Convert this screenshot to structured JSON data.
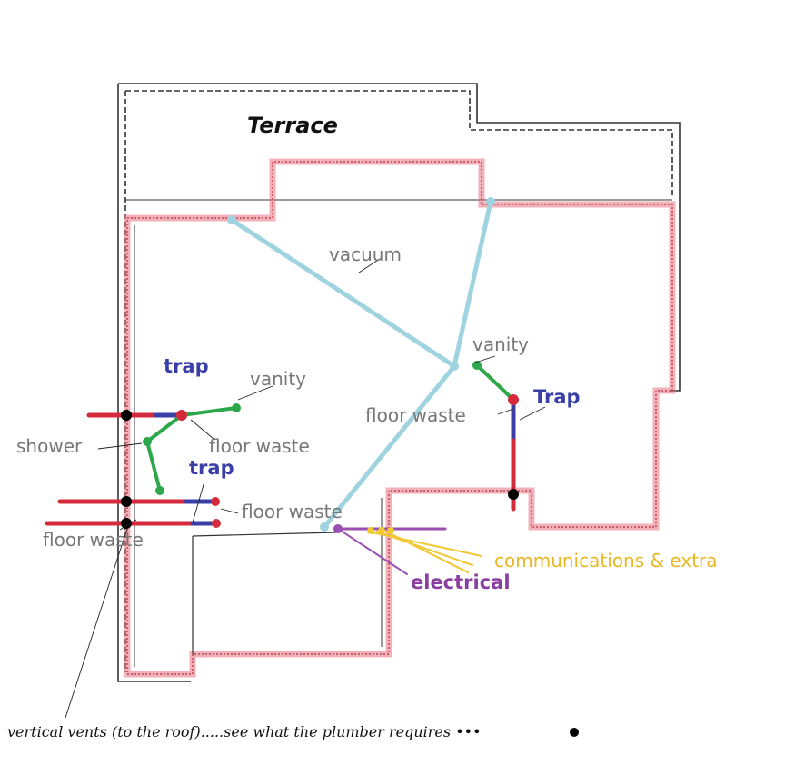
{
  "labels": {
    "terrace": "Terrace",
    "vacuum": "vacuum",
    "vanity_right": "vanity",
    "vanity_left": "vanity",
    "trap_left_top": "trap",
    "trap_left_bottom": "trap",
    "trap_right": "Trap",
    "floor_waste_right": "floor waste",
    "floor_waste_center_left": "floor waste",
    "floor_waste_mid": "floor waste",
    "floor_waste_bottom_left": "floor waste",
    "shower": "shower",
    "communications": "communications & extra",
    "electrical": "electrical",
    "vents_note": "vertical vents (to the roof).....see what the plumber requires •••"
  },
  "colors": {
    "wall": "#333333",
    "wall_insulation": "#e05060",
    "vacuum": "#9fd3e0",
    "drain": "#d42a3a",
    "trap": "#3a3fa8",
    "vanity_line": "#2ca84a",
    "electrical": "#9a4fb0",
    "communications": "#f0c830",
    "label_gray": "#777777",
    "label_blue": "#3a3fa8",
    "label_purple": "#8a3fa0",
    "label_yellow": "#e8b820"
  }
}
